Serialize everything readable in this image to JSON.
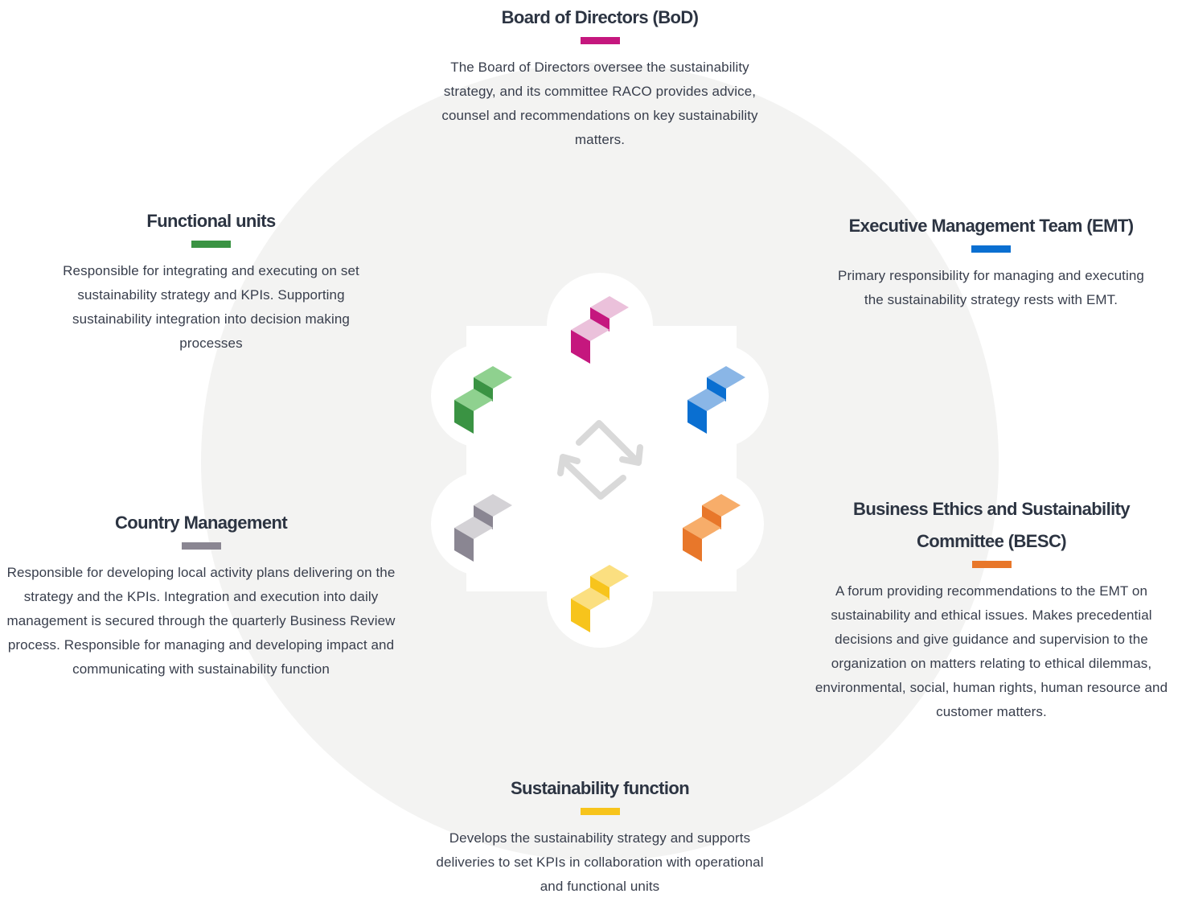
{
  "roles": {
    "bod": {
      "title": "Board of Directors (BoD)",
      "color": "#c5177e",
      "description": "The Board of Directors oversee the sustainability strategy, and its committee RACO provides advice, counsel and recommendations on key sustainability matters."
    },
    "emt": {
      "title": "Executive Management Team (EMT)",
      "color": "#0a6fd1",
      "description": "Primary responsibility for managing and executing  the sustainability strategy rests with EMT."
    },
    "besc": {
      "title": "Business Ethics and Sustainability Committee (BESC)",
      "color": "#e8772a",
      "description": "A forum providing recommendations to the EMT on sustainability and ethical issues. Makes precedential decisions and give guidance and supervision to the organization on matters relating to ethical dilemmas, environmental, social, human rights, human resource and customer matters."
    },
    "sf": {
      "title": "Sustainability function",
      "color": "#f7c41c",
      "description": "Develops the sustainability strategy and supports deliveries to set KPIs in collaboration with operational and functional units"
    },
    "cm": {
      "title": "Country Management",
      "color": "#8a8692",
      "description": "Responsible for developing local activity plans delivering on the strategy and the KPIs.  Integration and execution into daily management is secured through the quarterly Business Review process. Responsible for managing and developing impact and communicating with sustainability function"
    },
    "fu": {
      "title": "Functional units",
      "color": "#3a9343",
      "description": "Responsible for integrating and executing on set sustainability strategy and KPIs. Supporting sustainability integration into decision making processes"
    }
  },
  "hub": {
    "center_icon": "cycle-arrows-icon",
    "icons": [
      "bod-stairs-icon",
      "emt-stairs-icon",
      "besc-stairs-icon",
      "sf-stairs-icon",
      "cm-stairs-icon",
      "fu-stairs-icon"
    ]
  }
}
